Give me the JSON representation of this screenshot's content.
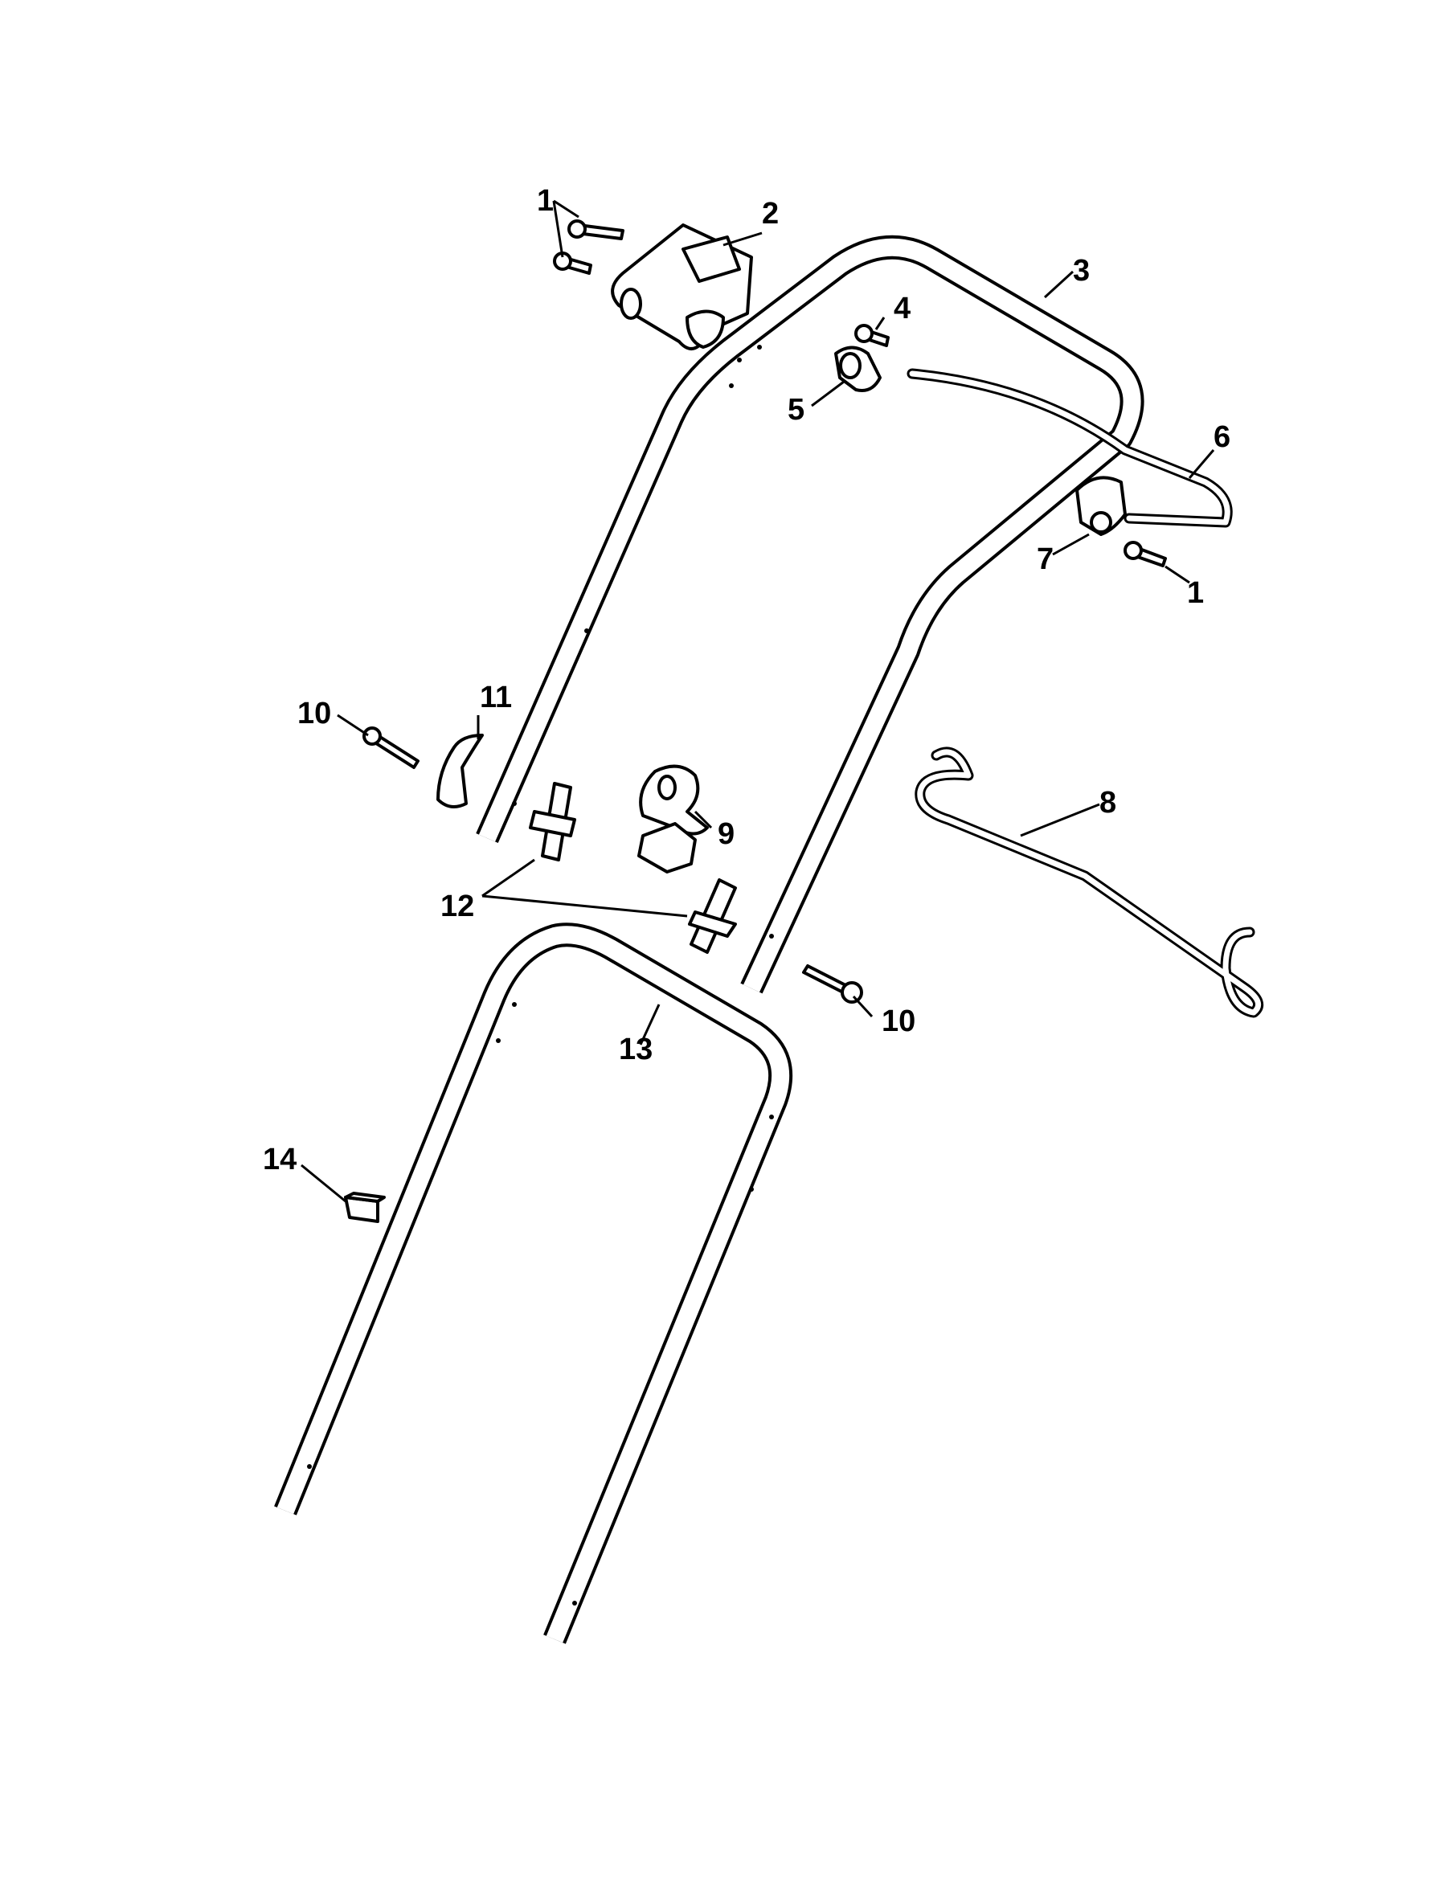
{
  "callouts": [
    {
      "id": "c1a",
      "label": "1"
    },
    {
      "id": "c2",
      "label": "2"
    },
    {
      "id": "c3",
      "label": "3"
    },
    {
      "id": "c4",
      "label": "4"
    },
    {
      "id": "c5",
      "label": "5"
    },
    {
      "id": "c6",
      "label": "6"
    },
    {
      "id": "c7",
      "label": "7"
    },
    {
      "id": "c1b",
      "label": "1"
    },
    {
      "id": "c8",
      "label": "8"
    },
    {
      "id": "c9",
      "label": "9"
    },
    {
      "id": "c10a",
      "label": "10"
    },
    {
      "id": "c11",
      "label": "11"
    },
    {
      "id": "c12",
      "label": "12"
    },
    {
      "id": "c10b",
      "label": "10"
    },
    {
      "id": "c13",
      "label": "13"
    },
    {
      "id": "c14",
      "label": "14"
    }
  ],
  "colors": {
    "line": "#000000",
    "background": "#ffffff"
  }
}
